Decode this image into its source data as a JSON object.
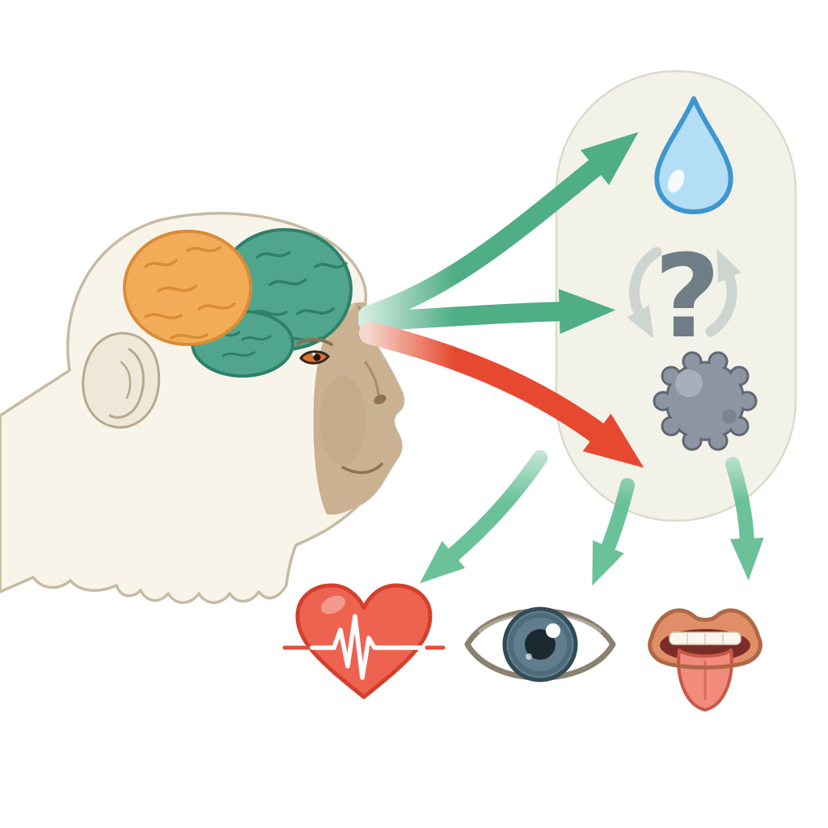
{
  "page": {
    "background": "#FFFFFF"
  },
  "labels": {
    "question_mark": "?"
  },
  "icons": {
    "droplet": "water-droplet-icon",
    "cycle": "cycle-arrows-icon",
    "question": "question-mark",
    "pathogen": "pathogen-gear-icon",
    "heart_ecg": "heart-ecg-icon",
    "eye": "eye-icon",
    "mouth_tongue": "mouth-tongue-icon",
    "brain_frontal": "brain-frontal-region",
    "brain_posterior": "brain-posterior-region",
    "brain_cerebellum": "brain-cerebellum-region"
  },
  "colors": {
    "background": "#FFFFFF",
    "fur": "#F8F4EA",
    "fur_line": "#C6BBA2",
    "ear": "#EFE8D8",
    "ear_line": "#B5A98E",
    "skin": "#C9B191",
    "skin_line": "#8F7252",
    "brain_orange": "#F2AC58",
    "brain_orange_line": "#D98B36",
    "brain_teal": "#4FA68D",
    "brain_teal_line": "#2F8069",
    "panel": "#F3F2E8",
    "panel_line": "#DBDBCC",
    "arrow_green": "#4FAE85",
    "arrow_green_tail": "#D4ECE0",
    "arrow_green_low": "#5FBD92",
    "arrow_green_low_tail": "#BFE3D2",
    "arrow_red": "#E6492F",
    "arrow_red_tail": "#F6D7CE",
    "droplet": "#B4DEF5",
    "droplet_line": "#3E96CE",
    "cycle_grey": "#CDD3CD",
    "qmark": "#6F7E86",
    "gear": "#8C95A1",
    "gear_line": "#5F6872",
    "gear_hi": "#A9B1BC",
    "heart": "#EE6350",
    "heart_line": "#D43F2C",
    "ecg_red": "#E2503C",
    "ecg_white": "#FFFFFF",
    "eye_line": "#8A8171",
    "iris": "#5F7D8C",
    "iris_ring": "#324A55",
    "pupil": "#1C2A30",
    "lips": "#E08E67",
    "lips_line": "#AE6844",
    "mouth_dark": "#7A2D28",
    "teeth": "#FDF6EE",
    "tongue": "#F28B7C",
    "tongue_line": "#C75848"
  }
}
